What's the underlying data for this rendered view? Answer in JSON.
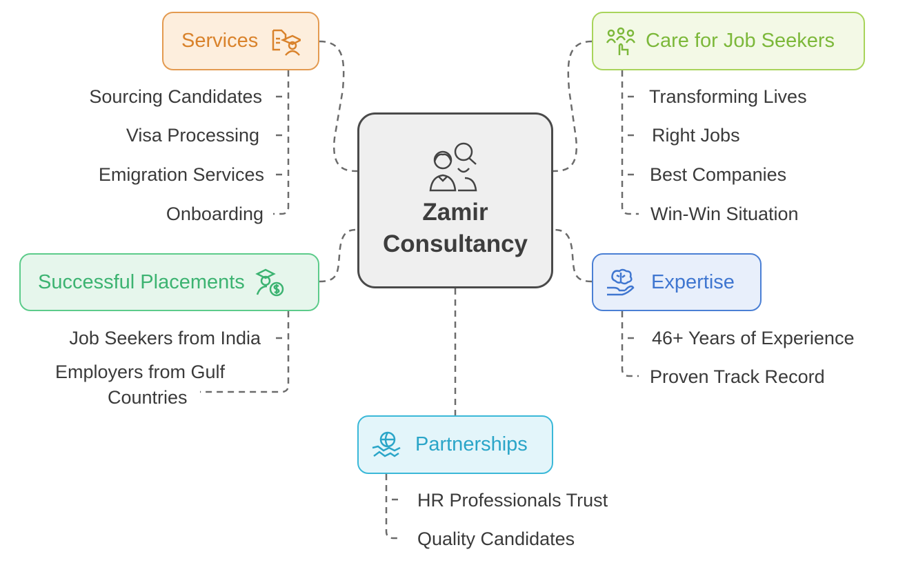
{
  "center": {
    "title_line1": "Zamir",
    "title_line2": "Consultancy",
    "icon": "people-search-icon"
  },
  "branches": {
    "services": {
      "label": "Services",
      "icon": "document-graduate-icon",
      "color": "#d9822b",
      "items": [
        "Sourcing Candidates",
        "Visa Processing",
        "Emigration Services",
        "Onboarding"
      ]
    },
    "care": {
      "label": "Care for Job Seekers",
      "icon": "people-hand-icon",
      "color": "#7cb83a",
      "items": [
        "Transforming Lives",
        "Right Jobs",
        "Best Companies",
        "Win-Win Situation"
      ]
    },
    "placements": {
      "label": "Successful Placements",
      "icon": "graduate-dollar-icon",
      "color": "#3cb371",
      "items": [
        "Job Seekers from India",
        "Employers from Gulf",
        "Countries"
      ]
    },
    "expertise": {
      "label": "Expertise",
      "icon": "brain-hand-icon",
      "color": "#3f76d0",
      "items": [
        "46+ Years of Experience",
        "Proven Track Record"
      ]
    },
    "partnerships": {
      "label": "Partnerships",
      "icon": "handshake-globe-icon",
      "color": "#2aa5c8",
      "items": [
        "HR Professionals Trust",
        "Quality Candidates"
      ]
    }
  }
}
